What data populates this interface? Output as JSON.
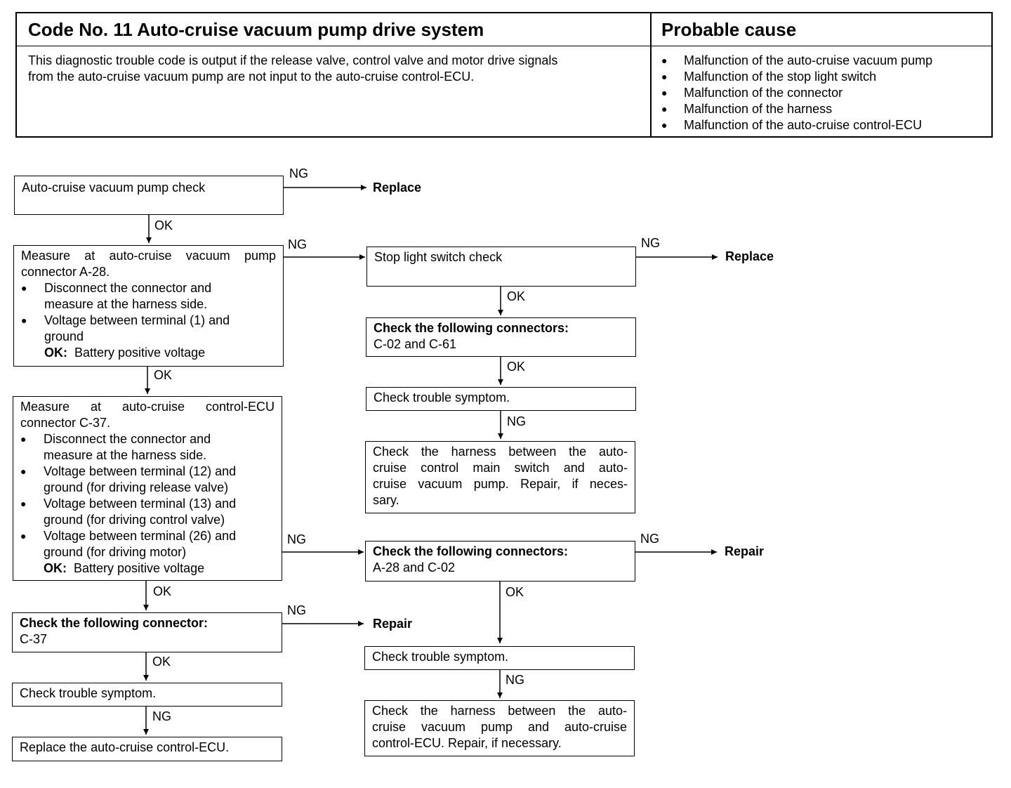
{
  "header": {
    "title": "Code No. 11 Auto-cruise vacuum pump drive system",
    "cause_title": "Probable cause",
    "description_lines": [
      "This diagnostic trouble code is output if the release valve, control valve and motor drive signals",
      "from the auto-cruise vacuum pump are not input to the auto-cruise control-ECU."
    ],
    "causes": [
      "Malfunction of the auto-cruise vacuum pump",
      "Malfunction of the stop light switch",
      "Malfunction of the connector",
      "Malfunction of the harness",
      "Malfunction of the auto-cruise control-ECU"
    ]
  },
  "flow": {
    "box1": {
      "text": "Auto-cruise vacuum pump check"
    },
    "box2": {
      "lines": [
        "Measure at auto-cruise vacuum pump",
        "connector A-28."
      ],
      "b1": [
        "Disconnect the connector and",
        "measure at the harness side."
      ],
      "b2": [
        "Voltage between terminal (1) and",
        "ground"
      ],
      "ok_label": "OK:",
      "ok_value": "Battery positive voltage"
    },
    "box3": {
      "lines": [
        "Measure at auto-cruise control-ECU",
        "connector C-37."
      ],
      "b1": [
        "Disconnect the connector and",
        "measure at the harness side."
      ],
      "b2": [
        "Voltage between terminal (12) and",
        "ground (for driving release valve)"
      ],
      "b3": [
        "Voltage between terminal (13) and",
        "ground (for driving control valve)"
      ],
      "b4": [
        "Voltage between terminal (26) and",
        "ground (for driving motor)"
      ],
      "ok_label": "OK:",
      "ok_value": "Battery positive voltage"
    },
    "box4": {
      "title": "Check the following connector:",
      "text": "C-37"
    },
    "box5": {
      "text": "Check trouble symptom."
    },
    "box6": {
      "text": "Replace the auto-cruise control-ECU."
    },
    "box7": {
      "text": "Stop light switch check"
    },
    "box8": {
      "title": "Check the following connectors:",
      "text": "C-02 and C-61"
    },
    "box9": {
      "text": "Check trouble symptom."
    },
    "box10": {
      "lines": [
        "Check the harness between the auto-",
        "cruise control main switch and auto-",
        "cruise vacuum pump. Repair, if neces-",
        "sary."
      ]
    },
    "box11": {
      "title": "Check the following connectors:",
      "text": "A-28 and C-02"
    },
    "box12": {
      "text": "Check trouble symptom."
    },
    "box13": {
      "lines": [
        "Check the harness between the auto-",
        "cruise vacuum pump and auto-cruise",
        "control-ECU. Repair, if necessary."
      ]
    }
  },
  "labels": {
    "ok": "OK",
    "ng": "NG"
  },
  "results": {
    "replace": "Replace",
    "repair": "Repair"
  }
}
